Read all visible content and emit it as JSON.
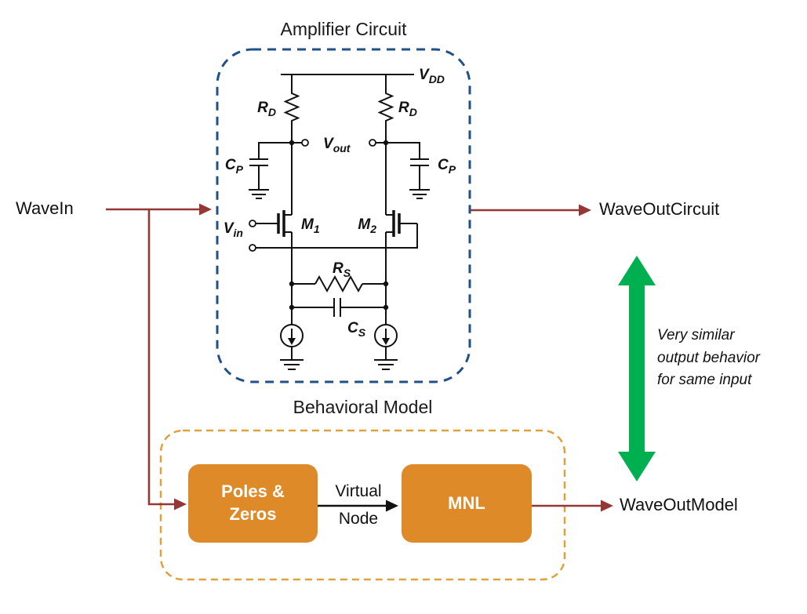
{
  "titles": {
    "amplifier_circuit": "Amplifier Circuit",
    "behavioral_model": "Behavioral Model"
  },
  "io": {
    "wave_in": "WaveIn",
    "wave_out_circuit": "WaveOutCircuit",
    "wave_out_model": "WaveOutModel"
  },
  "annotation": {
    "lines": [
      "Very similar",
      "output behavior",
      "for same input"
    ]
  },
  "model": {
    "poles_zeros": {
      "line1": "Poles &",
      "line2": "Zeros"
    },
    "mnl": "MNL",
    "virtual_node": {
      "line1": "Virtual",
      "line2": "Node"
    }
  },
  "circuit": {
    "vdd": {
      "main": "V",
      "sub": "DD"
    },
    "rd_left": {
      "main": "R",
      "sub": "D"
    },
    "rd_right": {
      "main": "R",
      "sub": "D"
    },
    "vout": {
      "main": "V",
      "sub": "out"
    },
    "cp_left": {
      "main": "C",
      "sub": "P"
    },
    "cp_right": {
      "main": "C",
      "sub": "P"
    },
    "vin": {
      "main": "V",
      "sub": "in"
    },
    "m1": {
      "main": "M",
      "sub": "1"
    },
    "m2": {
      "main": "M",
      "sub": "2"
    },
    "rs": {
      "main": "R",
      "sub": "S"
    },
    "cs": {
      "main": "C",
      "sub": "S"
    }
  },
  "colors": {
    "ink": "#111111",
    "arrow_red": "#943735",
    "green": "#00B050",
    "box_orange": "#DF8A28",
    "dashed_orange": "#DFA13C",
    "dashed_blue": "#1F5088"
  }
}
